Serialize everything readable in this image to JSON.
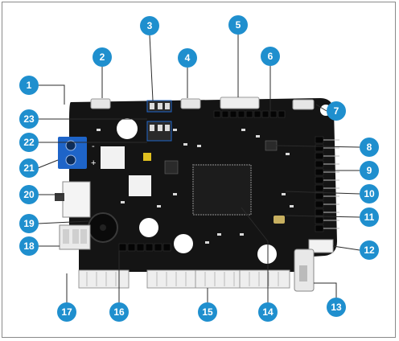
{
  "figure": {
    "subject": "Controller mainboard with numbered callouts",
    "callouts": [
      "1",
      "2",
      "3",
      "4",
      "5",
      "6",
      "7",
      "8",
      "9",
      "10",
      "11",
      "12",
      "13",
      "14",
      "15",
      "16",
      "17",
      "18",
      "19",
      "20",
      "21",
      "22",
      "23"
    ],
    "colors": {
      "board": "#141414",
      "callout": "#1f8fce",
      "line": "#2b2b2b",
      "terminal": "#1e64c8",
      "connector": "#eeeeee",
      "chip": "#1c1c1c"
    },
    "silkscreen": {
      "plus": "+",
      "minus": "-"
    }
  }
}
